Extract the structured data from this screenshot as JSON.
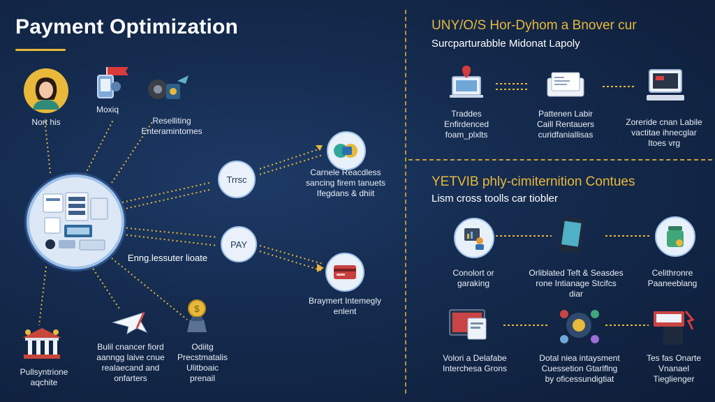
{
  "title": "Payment Optimization",
  "accent": "#e8b93a",
  "left": {
    "top_labels": {
      "profile": "Nort his",
      "mobile": "Moxiq",
      "reselling": "Reselliting\nEnteramintomes"
    },
    "hub_label": "Enng.lessuter lioate",
    "node1_tag": "Trrsc",
    "node2_tag": "PAY",
    "right_labels": {
      "card": "Carnele Reacdless\nsancing firem tanuets\nIfegdans & dhiit",
      "payment": "Braymert Intemegly\nenlent"
    },
    "bottom_labels": {
      "bank": "Pullsyntrione\naqchite",
      "plane": "Bulil cnancer fiord\naanngg laive cnue\nrealaecand and\nonfarters",
      "coin": "Odiitg\nPrecstmatalis\nUlitboaic\nprenail"
    }
  },
  "right_top": {
    "title": "UNY/O/S  Hor-Dyhom a Bnover cur",
    "subtitle": "Surcparturabble Midonat Lapoly",
    "items": [
      {
        "label": "Traddes\nEnfirdenced\nfoam_plxlts",
        "icon": "laptop-pin-icon"
      },
      {
        "label": "Pattenen Labir\nCaill Rentauers\ncuridfaniallisas",
        "icon": "document-stack-icon"
      },
      {
        "label": "Zoreride cnan Labile\nvactitae ihnecglar\nItoes vrg",
        "icon": "desktop-icon"
      }
    ]
  },
  "right_bottom": {
    "title": "YETVIB phly-cimiternition Contues",
    "subtitle": "Lism cross toolls car tiobler",
    "row1": [
      {
        "label": "Conolort or\ngaraking",
        "icon": "chart-person-icon"
      },
      {
        "label": "Orliblated Teft & Seasdes\nrone Intianage Stcifcs\ndiar",
        "icon": "tablet-icon"
      },
      {
        "label": "Celithronre\nPaaneeblang",
        "icon": "jar-icon"
      }
    ],
    "row2": [
      {
        "label": "Volori a Delafabe\nInterchesa Grons",
        "icon": "monitor-card-icon"
      },
      {
        "label": "Dotal niea intaysment\nCuessetion Gtarlflng\nby oficessundigtiat",
        "icon": "gear-network-icon"
      },
      {
        "label": "Tes fas Onarte\nVnanael\nTieglienger",
        "icon": "card-machine-icon"
      }
    ]
  }
}
